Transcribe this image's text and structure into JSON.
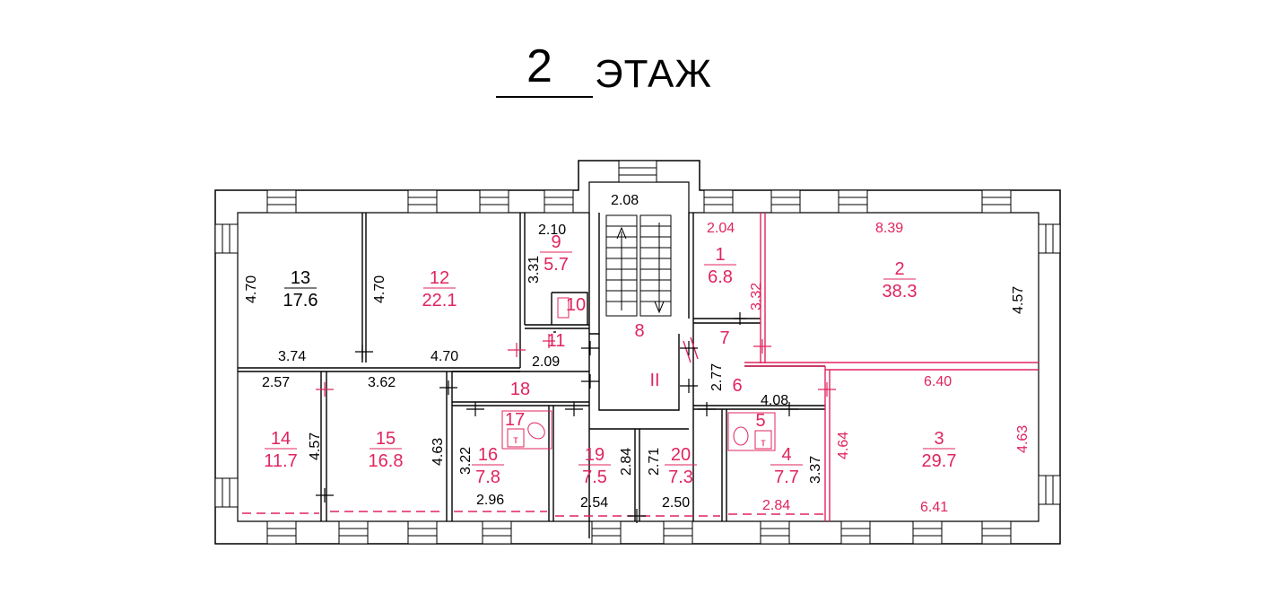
{
  "title": {
    "floor_number": "2",
    "floor_word": "ЭТАЖ"
  },
  "colors": {
    "walls": "#000000",
    "red_marks": "#e0245e"
  },
  "rooms": [
    {
      "id": "13",
      "area": "17.6",
      "color": "black"
    },
    {
      "id": "12",
      "area": "22.1",
      "color": "red"
    },
    {
      "id": "9",
      "area": "5.7",
      "color": "red"
    },
    {
      "id": "10",
      "area": "",
      "color": "red"
    },
    {
      "id": "11",
      "area": "",
      "color": "red"
    },
    {
      "id": "8",
      "area": "",
      "color": "red"
    },
    {
      "id": "II",
      "area": "",
      "color": "red"
    },
    {
      "id": "1",
      "area": "6.8",
      "color": "red"
    },
    {
      "id": "2",
      "area": "38.3",
      "color": "red"
    },
    {
      "id": "7",
      "area": "",
      "color": "red"
    },
    {
      "id": "6",
      "area": "",
      "color": "red"
    },
    {
      "id": "18",
      "area": "",
      "color": "red"
    },
    {
      "id": "14",
      "area": "11.7",
      "color": "red"
    },
    {
      "id": "15",
      "area": "16.8",
      "color": "red"
    },
    {
      "id": "16",
      "area": "7.8",
      "color": "red"
    },
    {
      "id": "17",
      "area": "",
      "color": "red"
    },
    {
      "id": "19",
      "area": "7.5",
      "color": "red"
    },
    {
      "id": "20",
      "area": "7.3",
      "color": "red"
    },
    {
      "id": "5",
      "area": "",
      "color": "red"
    },
    {
      "id": "4",
      "area": "7.7",
      "color": "red"
    },
    {
      "id": "3",
      "area": "29.7",
      "color": "red"
    }
  ],
  "dimensions": [
    "2.08",
    "2.10",
    "3.31",
    "4.70",
    "4.70",
    "3.74",
    "4.70",
    "2.09",
    "2.04",
    "3.32",
    "8.39",
    "4.57",
    "2.77",
    "4.08",
    "6.40",
    "4.64",
    "4.63",
    "6.41",
    "2.57",
    "3.62",
    "4.57",
    "4.63",
    "3.22",
    "2.96",
    "2.84",
    "2.54",
    "2.71",
    "2.50",
    "3.37",
    "2.84"
  ],
  "fixtures": {
    "toilet_letter": "т"
  }
}
